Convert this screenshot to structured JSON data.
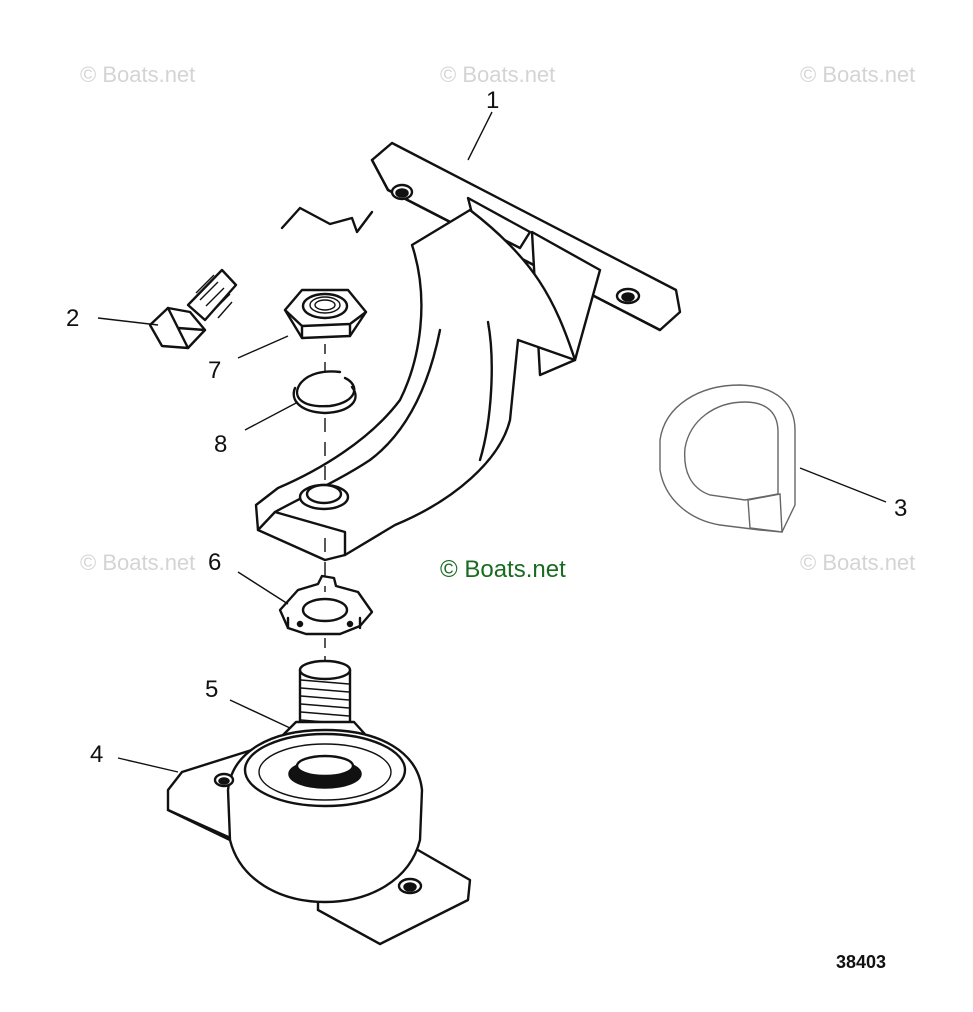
{
  "watermarks": {
    "corner_text": "© Boats.net",
    "center_text": "© Boats.net"
  },
  "callouts": {
    "part_1": "1",
    "part_2": "2",
    "part_3": "3",
    "part_4": "4",
    "part_5": "5",
    "part_6": "6",
    "part_7": "7",
    "part_8": "8"
  },
  "figure_number": "38403",
  "colors": {
    "watermark_main": "#1a6b22",
    "watermark_faint": "#d4d4d4",
    "line": "#111111"
  }
}
